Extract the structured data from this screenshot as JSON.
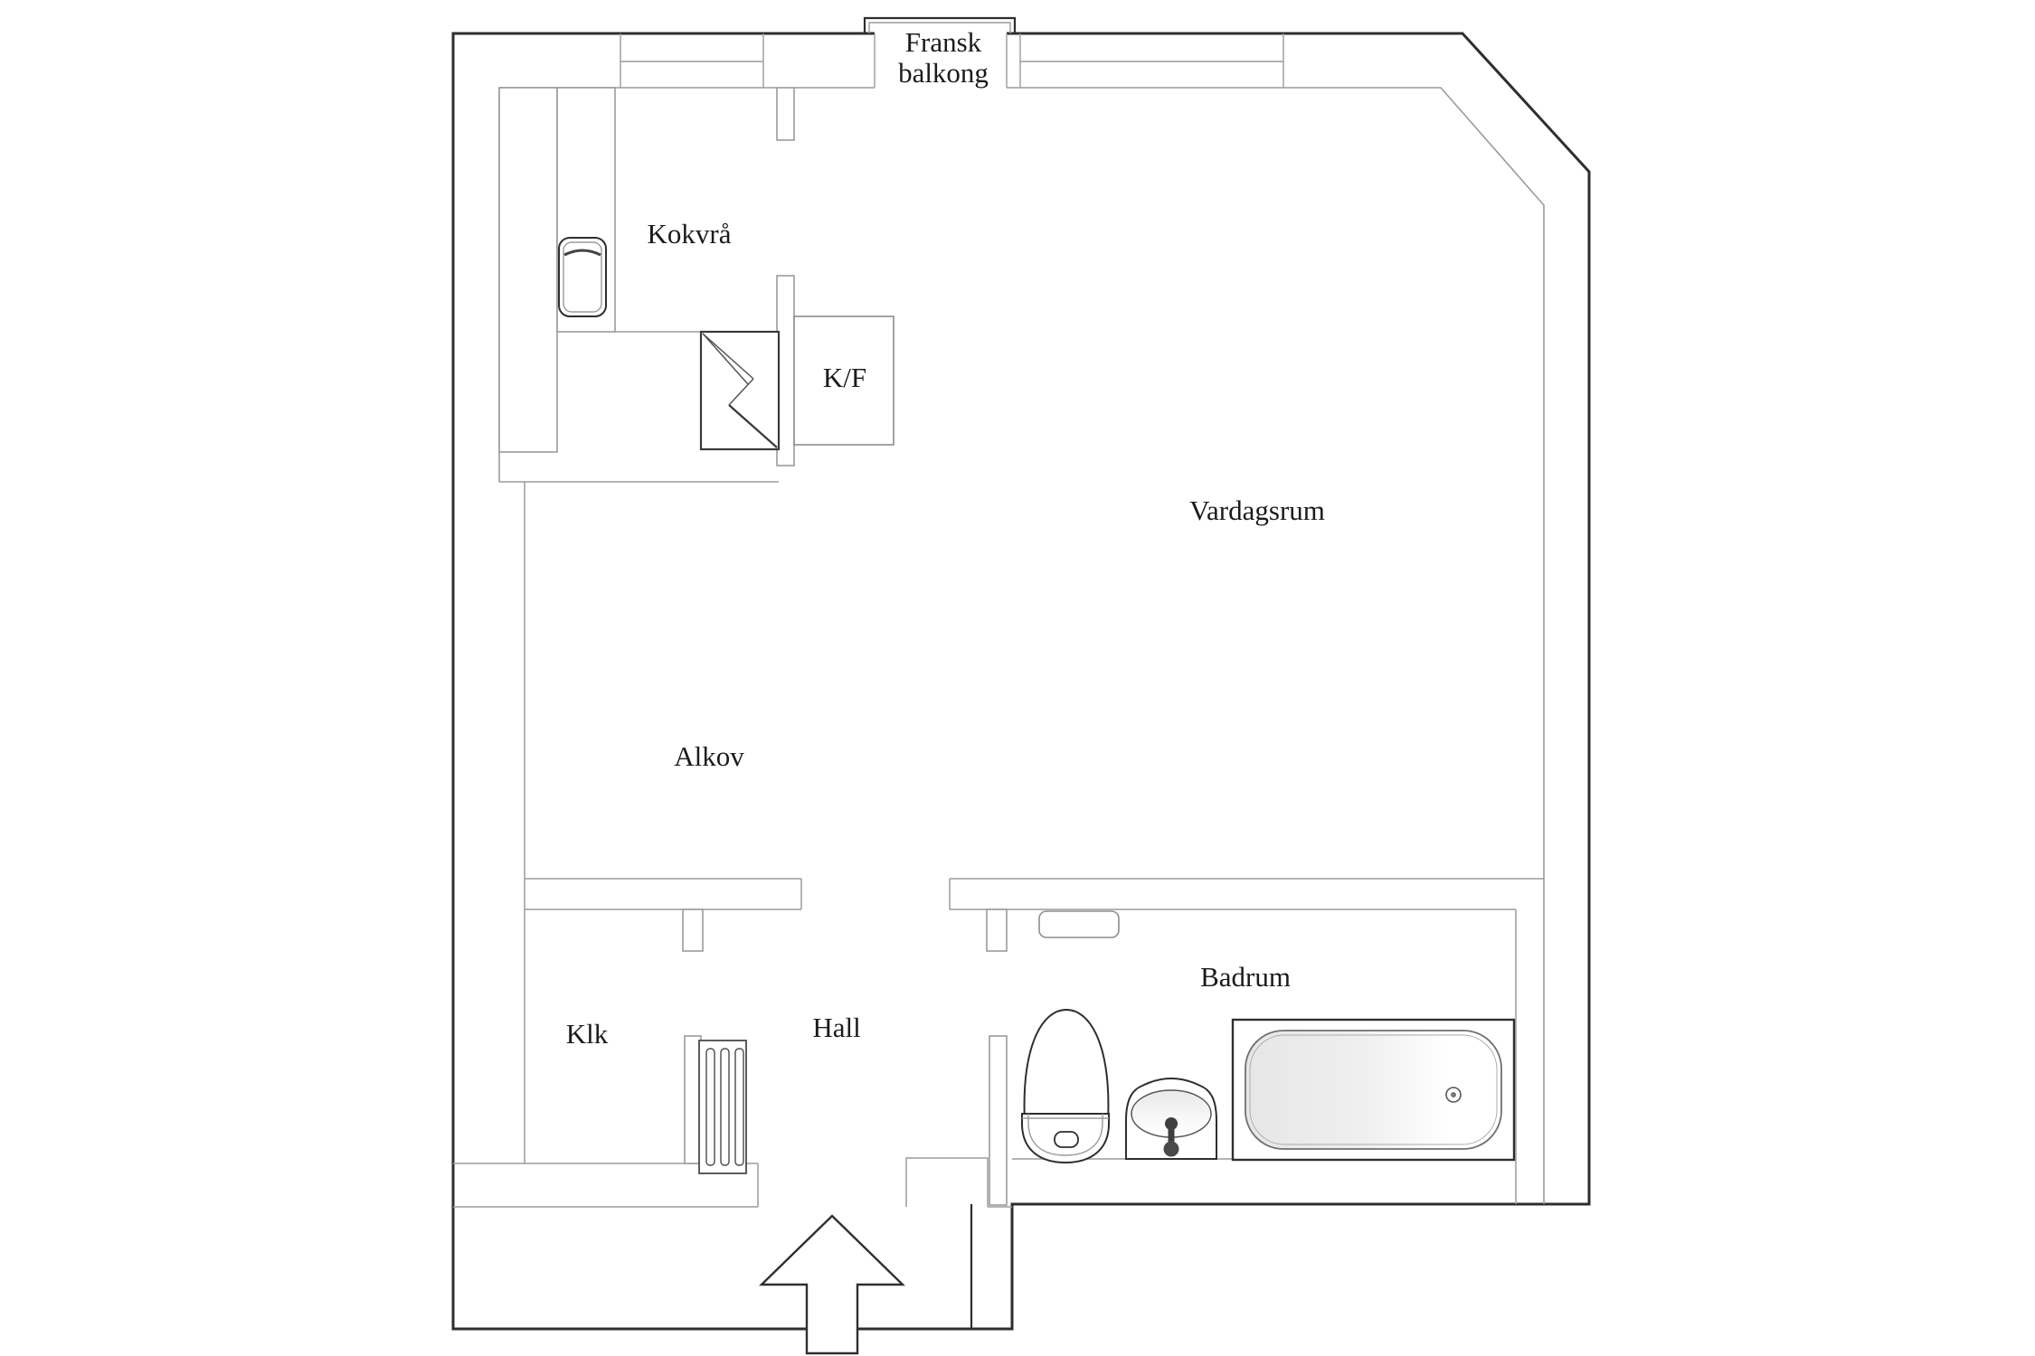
{
  "floorplan": {
    "rooms": {
      "balcony": {
        "label_line1": "Fransk",
        "label_line2": "balkong"
      },
      "kitchenette": {
        "label": "Kokvrå"
      },
      "fridge_freezer": {
        "label": "K/F"
      },
      "living_room": {
        "label": "Vardagsrum"
      },
      "alcove": {
        "label": "Alkov"
      },
      "closet": {
        "label": "Klk"
      },
      "hall": {
        "label": "Hall"
      },
      "bathroom": {
        "label": "Badrum"
      }
    },
    "fixtures": [
      "kitchen-sink",
      "drop-leaf-table",
      "fridge-freezer-box",
      "kitchen-counter",
      "radiator",
      "toilet",
      "washbasin",
      "bathtub",
      "bathtub-drain",
      "wall-shelf",
      "entrance-arrow",
      "french-balcony-door",
      "window"
    ],
    "colors": {
      "wall_line": "#2e2e2e",
      "thin_line": "#9b9b9b",
      "mid_line": "#555555",
      "text": "#1b1b1b",
      "background": "#ffffff",
      "tub_shade": "#e6e6e6"
    }
  }
}
